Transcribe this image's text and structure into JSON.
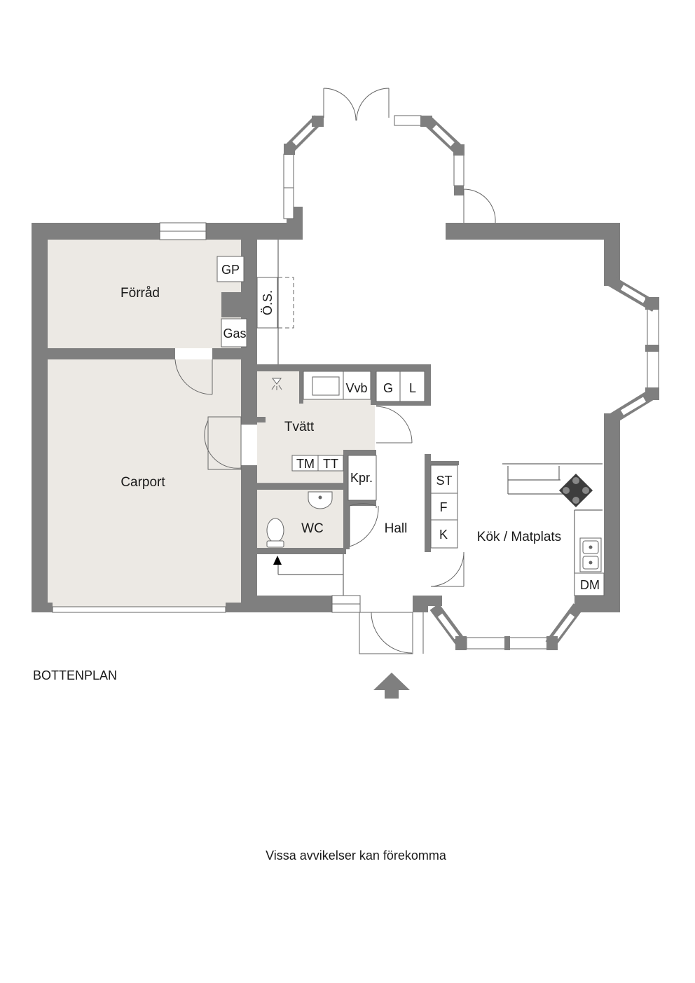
{
  "plan_title": "BOTTENPLAN",
  "disclaimer": "Vissa avvikelser kan förekomma",
  "rooms": {
    "forrad": "Förråd",
    "carport": "Carport",
    "tvatt": "Tvätt",
    "wc": "WC",
    "hall": "Hall",
    "kok": "Kök / Matplats"
  },
  "fixtures": {
    "gp": "GP",
    "gas": "Gas",
    "os": "Ö.S.",
    "vvb": "Vvb",
    "g": "G",
    "l": "L",
    "tm": "TM",
    "tt": "TT",
    "kpr": "Kpr.",
    "st": "ST",
    "f": "F",
    "k": "K",
    "dm": "DM"
  },
  "colors": {
    "wall": "#7f7f7f",
    "floor_unheated": "#ece9e4",
    "window": "#ffffff",
    "line": "#666666"
  },
  "icons": {
    "entrance": "entrance-arrow-icon",
    "stove": "stove-icon",
    "sink": "sink-icon",
    "toilet": "toilet-icon",
    "lamp": "lamp-icon"
  }
}
